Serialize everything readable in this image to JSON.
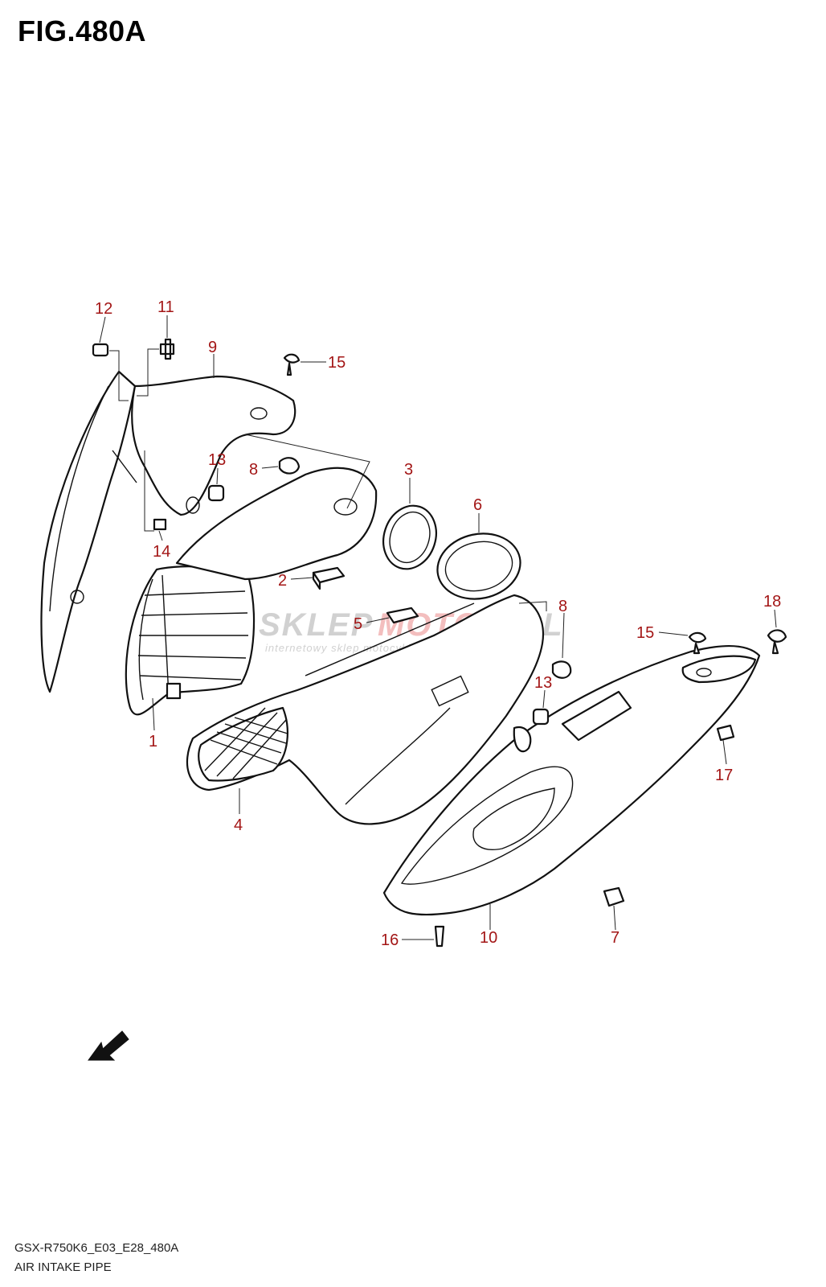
{
  "figure": {
    "title": "FIG.480A",
    "model_code": "GSX-R750K6_E03_E28_480A",
    "caption": "AIR INTAKE PIPE"
  },
  "watermark": {
    "brand_part_1": "SKLEP",
    "brand_part_2": "MOTO",
    "brand_part_3": "24.PL",
    "tagline": "internetowy sklep motocyklowy"
  },
  "callouts": [
    {
      "id": "c12a",
      "label": "12"
    },
    {
      "id": "c11",
      "label": "11"
    },
    {
      "id": "c9",
      "label": "9"
    },
    {
      "id": "c15a",
      "label": "15"
    },
    {
      "id": "c13a",
      "label": "13"
    },
    {
      "id": "c8a",
      "label": "8"
    },
    {
      "id": "c3",
      "label": "3"
    },
    {
      "id": "c6",
      "label": "6"
    },
    {
      "id": "c14",
      "label": "14"
    },
    {
      "id": "c2",
      "label": "2"
    },
    {
      "id": "c5",
      "label": "5"
    },
    {
      "id": "c8b",
      "label": "8"
    },
    {
      "id": "c18",
      "label": "18"
    },
    {
      "id": "c15b",
      "label": "15"
    },
    {
      "id": "c1",
      "label": "1"
    },
    {
      "id": "c13b",
      "label": "13"
    },
    {
      "id": "c17",
      "label": "17"
    },
    {
      "id": "c4",
      "label": "4"
    },
    {
      "id": "c16",
      "label": "16"
    },
    {
      "id": "c10",
      "label": "10"
    },
    {
      "id": "c7",
      "label": "7"
    }
  ],
  "colors": {
    "callout": "#a31616",
    "line": "#111111",
    "watermark_gray": "#c9c9c9",
    "watermark_red": "#f1b3b3"
  }
}
